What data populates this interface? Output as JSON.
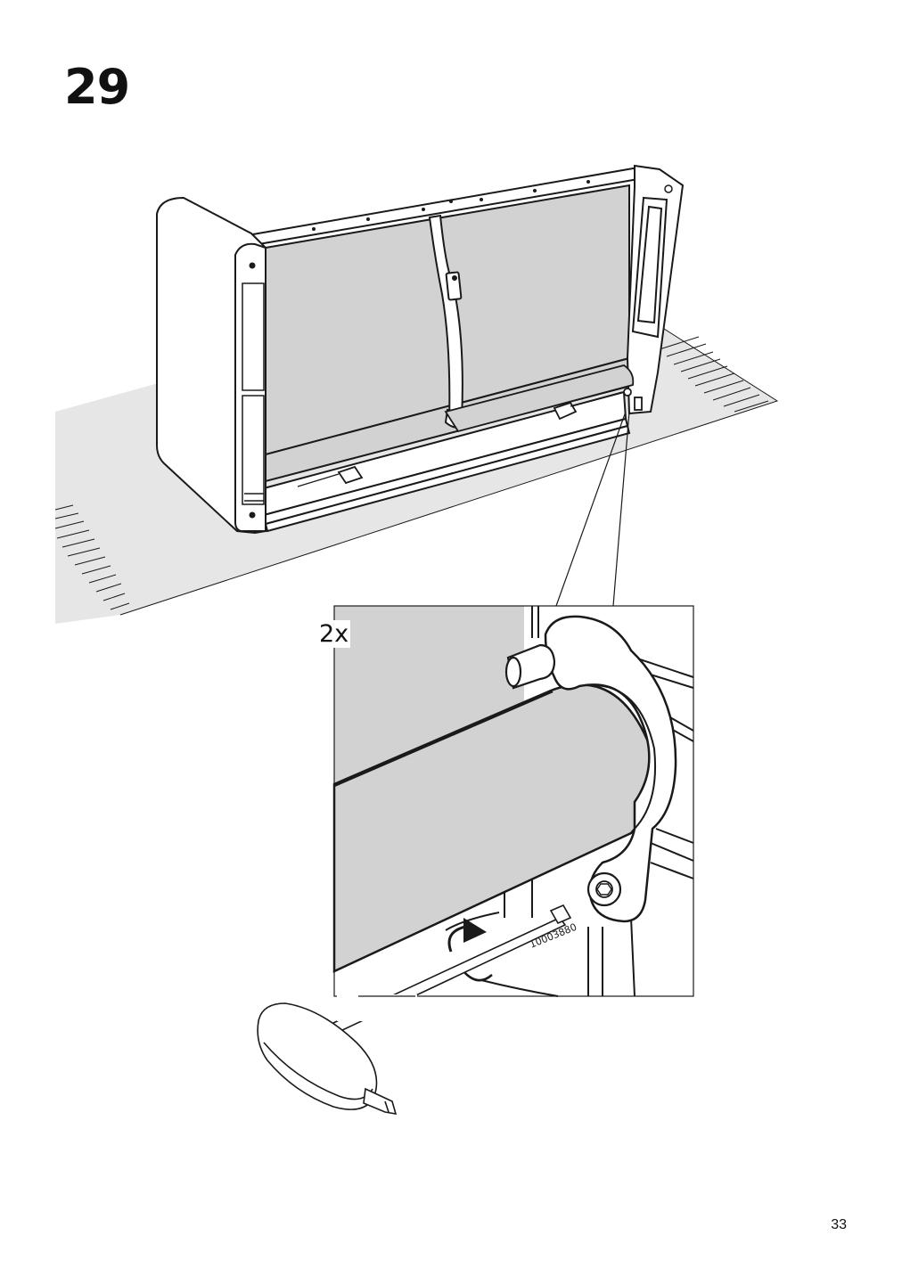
{
  "step": {
    "number": "29"
  },
  "detail": {
    "quantity": "2x",
    "tool_code": "10003880"
  },
  "page": {
    "number": "33"
  },
  "colors": {
    "line": "#1a1a1a",
    "fabric": "#d2d2d2",
    "floor": "#e6e6e6"
  },
  "icons": [
    "sofa-frame-illustration",
    "hex-key-illustration",
    "rotation-arrow-icon"
  ]
}
